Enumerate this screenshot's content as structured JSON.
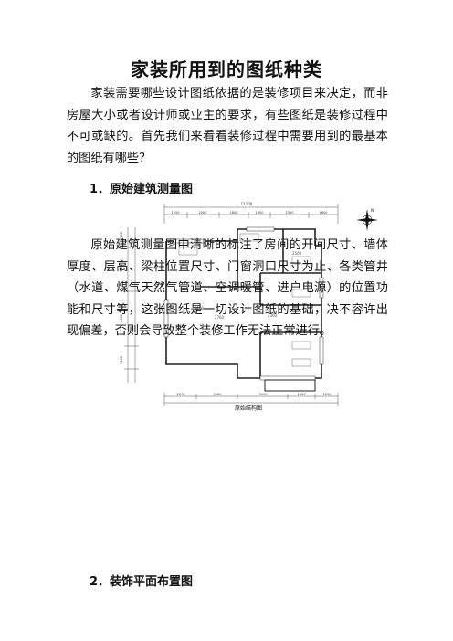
{
  "document": {
    "title": "家装所用到的图纸种类",
    "intro": "家装需要哪些设计图纸依据的是装修项目来决定，而非房屋大小或者设计师或业主的要求，有些图纸是装修过程中不可或缺的。首先我们来看看装修过程中需要用到的最基本的图纸有哪些？",
    "section1_heading": "1．原始建筑测量图",
    "section1_body": "原始建筑测量图中清晰的标注了房间的开间尺寸、墙体厚度、层高、梁柱位置尺寸、门窗洞口尺寸为止、各类管井（水道、煤气天然气管道、空调暖管、进户电源）的位置功能和尺寸等，这张图纸是一切设计图纸的基础，决不容许出现偏差，否则会导致整个装修工作无法正常进行。",
    "section2_heading": "2．装饰平面布置图"
  },
  "floor_plan": {
    "caption": "原始结构图",
    "overall_width": "11100",
    "top_dims": [
      "1250",
      "2000",
      "1800",
      "1400",
      "2390",
      "1600"
    ],
    "bottom_dims": [
      "2070",
      "3060",
      "3490",
      "1650",
      "1250"
    ],
    "left_dims": [
      "1160",
      "3170",
      "4080",
      "1300"
    ],
    "compass_label": "N",
    "room_labels": [
      "2500",
      "2760",
      "2100",
      "2360"
    ]
  }
}
